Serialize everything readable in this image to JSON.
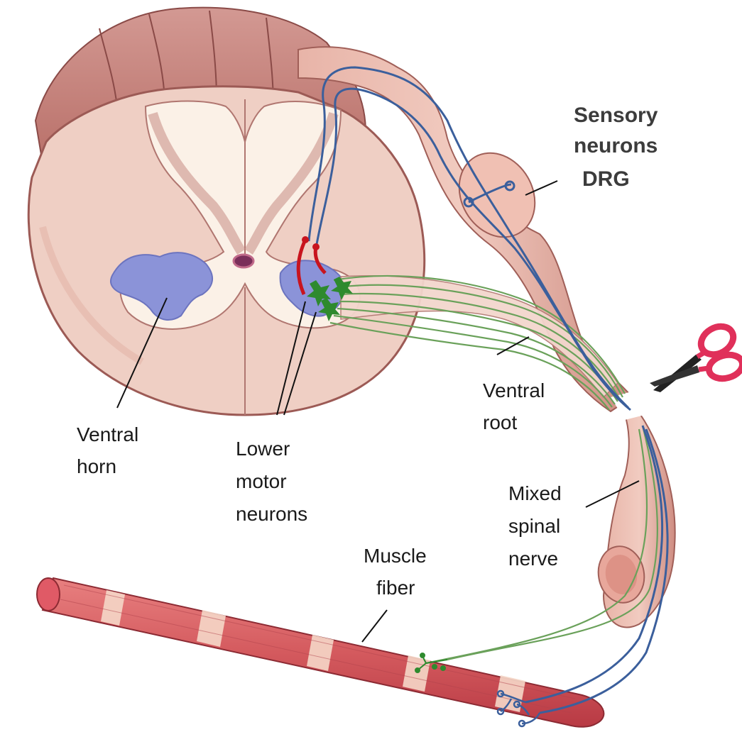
{
  "labels": {
    "sensory": [
      "Sensory",
      "neurons",
      "DRG"
    ],
    "ventral_root": [
      "Ventral",
      "root"
    ],
    "ventral_horn": [
      "Ventral",
      "horn"
    ],
    "lower_motor": [
      "Lower",
      "motor",
      "neurons"
    ],
    "mixed_nerve": [
      "Mixed",
      "spinal",
      "nerve"
    ],
    "muscle_fiber": [
      "Muscle",
      "fiber"
    ]
  },
  "colors": {
    "white_matter": "#eed2c8",
    "white_matter_outer": "#cd8f86",
    "gray_matter": "#fbf0e6",
    "meninges": "#b56a6a",
    "ventral_horn_patch": "#8b93d8",
    "sensory_axon": "#3b5f9c",
    "motor_axon": "#6aa15a",
    "motor_neuron_soma": "#2e8a2e",
    "interneuron": "#c8141e",
    "muscle": "#d86666",
    "muscle_band": "#f5d7c8",
    "scissors_handle": "#e0305a",
    "scissors_blade": "#222222"
  },
  "icons": [
    "scissors-icon"
  ]
}
